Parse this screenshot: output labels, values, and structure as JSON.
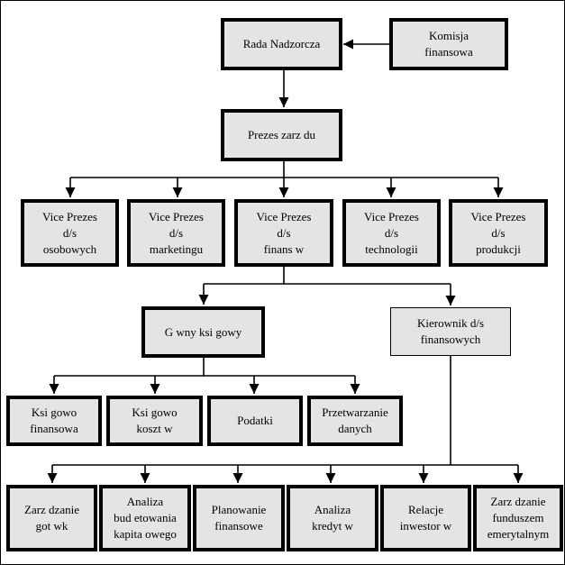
{
  "diagram": {
    "nodes": {
      "rada": "Rada Nadzorcza",
      "komisja": "Komisja\nfinansowa",
      "prezes": "Prezes zarz  du",
      "vp_osob": "Vice Prezes\nd/s\nosobowych",
      "vp_mark": "Vice Prezes\nd/s\nmarketingu",
      "vp_fin": "Vice Prezes\nd/s\nfinans  w",
      "vp_tech": "Vice Prezes\nd/s\ntechnologii",
      "vp_prod": "Vice Prezes\nd/s\nprodukcji",
      "glowny": "G     wny ksi  gowy",
      "kierownik": "Kierownik d/s\nfinansowych",
      "ks_fin": "Ksi  gowo\nfinansowa",
      "ks_koszt": "Ksi  gowo\nkoszt  w",
      "podatki": "Podatki",
      "przetw": "Przetwarzanie\ndanych",
      "zarz_got": "Zarz  dzanie\ngot  wk",
      "analiza_bud": "Analiza\nbud  etowania\nkapita  owego",
      "planowanie": "Planowanie\nfinansowe",
      "analiza_kred": "Analiza\nkredyt  w",
      "relacje": "Relacje\ninwestor  w",
      "zarz_fund": "Zarz  dzanie\nfunduszem\nemerytalnym"
    }
  }
}
